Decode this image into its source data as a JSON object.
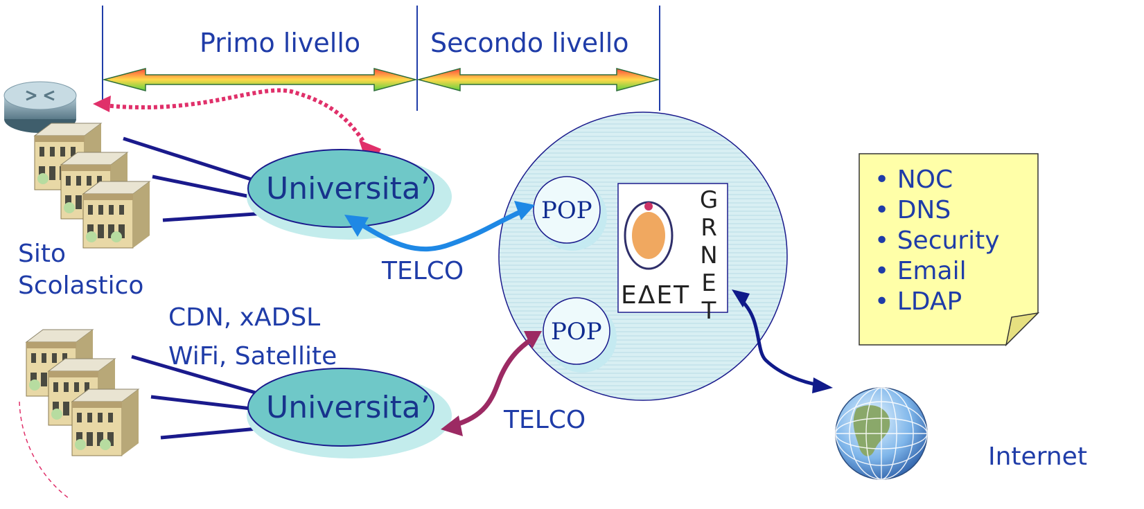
{
  "levels": {
    "first": "Primo livello",
    "second": "Secondo livello"
  },
  "nodes": {
    "university_top": "Universita’",
    "university_bottom": "Universita’",
    "pop_top": "POP",
    "pop_bottom": "POP"
  },
  "labels": {
    "school_site_line1": "Sito",
    "school_site_line2": "Scolastico",
    "access_line1": "CDN, xADSL",
    "access_line2": "WiFi, Satellite",
    "telco_top": "TELCO",
    "telco_bottom": "TELCO",
    "internet": "Internet"
  },
  "services": [
    "NOC",
    "DNS",
    "Security",
    "Email",
    "LDAP"
  ],
  "logo": {
    "latin": "GRNET",
    "latin_letters": [
      "G",
      "R",
      "N",
      "E",
      "T"
    ],
    "greek": "ΕΔΕΤ"
  },
  "colors": {
    "text": "#1f3ca8",
    "link_line": "#1a1a8c",
    "telco_top_arrow": "#1e88e5",
    "telco_bottom_arrow": "#9c2a63",
    "internet_arrow": "#101a8a",
    "router_arrow": "#e0306a",
    "university_fill": "#6fc8c8",
    "grnet_cloud_fill": "#d6eef3",
    "pop_fill": "#e9f8fb",
    "note_fill": "#ffffa8"
  },
  "icons": [
    "router-icon",
    "building-icon",
    "globe-icon"
  ]
}
